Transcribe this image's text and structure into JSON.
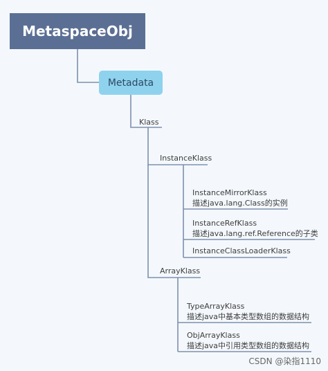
{
  "root": {
    "label": "MetaspaceObj"
  },
  "metadata": {
    "label": "Metadata"
  },
  "klass": {
    "label": "Klass"
  },
  "instance_klass": {
    "label": "InstanceKlass",
    "children": [
      {
        "name": "InstanceMirrorKlass",
        "desc": "描述java.lang.Class的实例"
      },
      {
        "name": "InstanceRefKlass",
        "desc": "描述java.lang.ref.Reference的子类"
      },
      {
        "name": "InstanceClassLoaderKlass",
        "desc": ""
      }
    ]
  },
  "array_klass": {
    "label": "ArrayKlass",
    "children": [
      {
        "name": "TypeArrayKlass",
        "desc": "描述java中基本类型数组的数据结构"
      },
      {
        "name": "ObjArrayKlass",
        "desc": "描述java中引用类型数组的数据结构"
      }
    ]
  },
  "watermark": "CSDN @染指1110",
  "colors": {
    "root_bg": "#5b6f94",
    "metadata_bg": "#8fd2ee",
    "connector": "#7d8fab"
  }
}
